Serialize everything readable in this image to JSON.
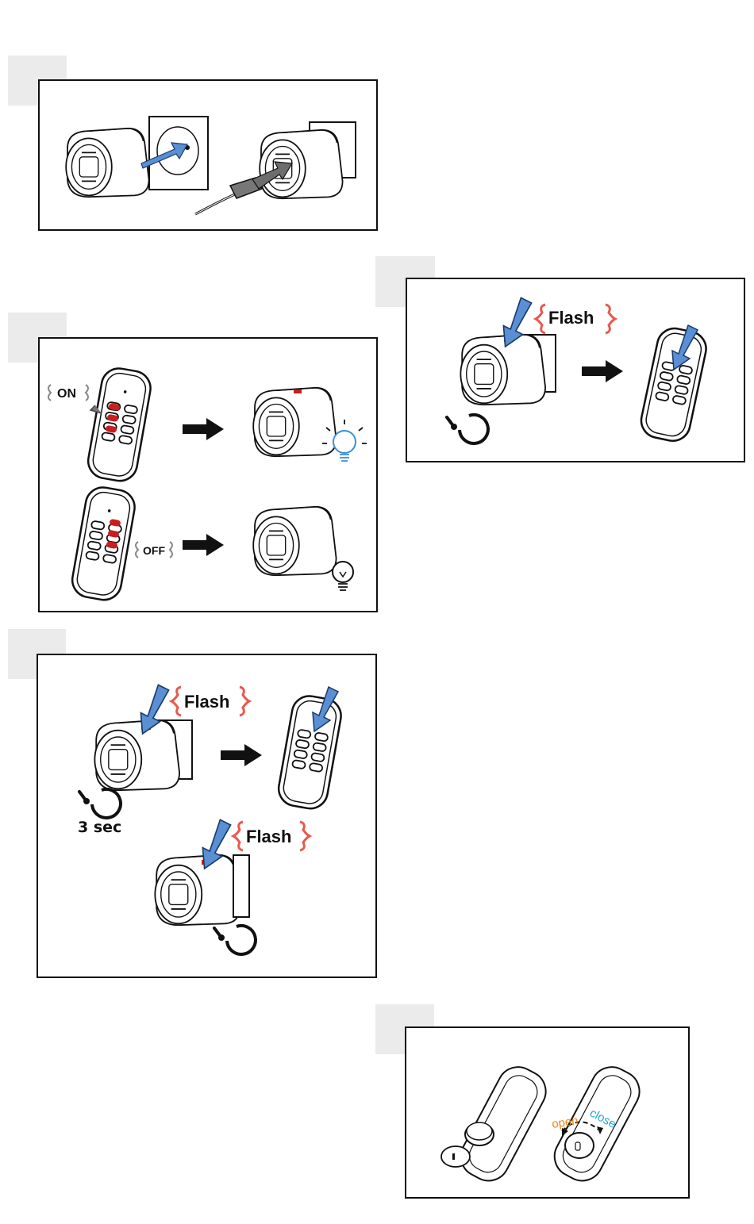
{
  "colors": {
    "flash": "#e8584f",
    "arrow_blue": "#5a8fd4",
    "button_red": "#c81e1e",
    "bulb_blue": "#3b8fd8",
    "open": "#e8891b",
    "close": "#1fa7d8"
  },
  "icons": [
    "plug-in-socket-icon",
    "remote-control-icon",
    "timer-icon",
    "light-bulb-icon",
    "battery-icon"
  ],
  "step2": {
    "on_label": "ON",
    "off_label": "OFF"
  },
  "step3": {
    "flash_1": "Flash",
    "flash_2": "Flash",
    "hold_time": "3 sec"
  },
  "step4": {
    "flash_label": "Flash"
  },
  "step5": {
    "open_label": "open",
    "close_label": "close"
  }
}
